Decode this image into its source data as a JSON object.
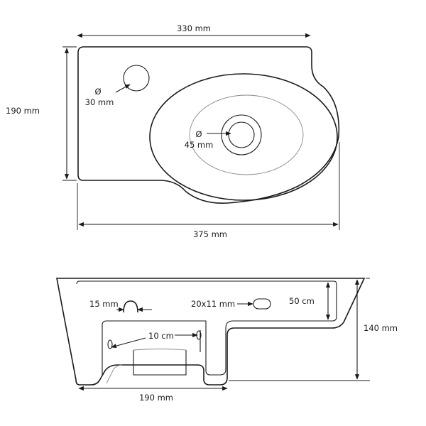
{
  "top_view": {
    "width_top": "330 mm",
    "height_left": "190 mm",
    "tap_hole_diameter_symbol": "Ø",
    "tap_hole_diameter": "30 mm",
    "drain_diameter_symbol": "Ø",
    "drain_diameter": "45 mm",
    "width_bottom": "375 mm"
  },
  "side_view": {
    "notch_width": "15 mm",
    "overflow_size": "20x11 mm",
    "overflow_height": "50 cm",
    "mounting_holes": "10 cm",
    "total_height": "140 mm",
    "base_width": "190 mm"
  }
}
